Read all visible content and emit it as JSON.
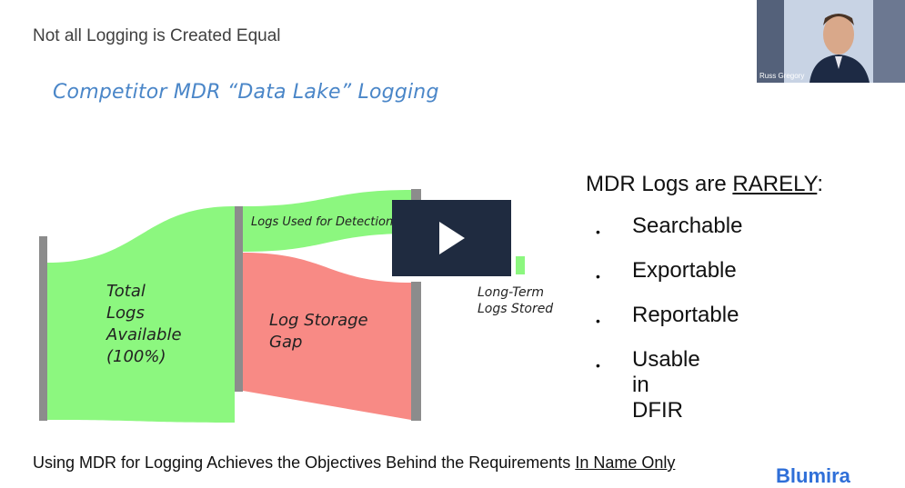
{
  "slide": {
    "header": "Not all Logging is Created Equal",
    "subtitle": "Competitor MDR “Data Lake” Logging",
    "footer_prefix": "Using MDR for Logging Achieves the Objectives Behind the Requirements ",
    "footer_emphasis": "In Name Only"
  },
  "sankey": {
    "nodes": {
      "total": "Total\nLogs\nAvailable\n(100%)",
      "gap": "Log Storage\nGap",
      "used": "Logs Used for Detections",
      "long_term": "Long-Term\nLogs Stored"
    },
    "colors": {
      "total": "#8cf77f",
      "gap": "#f88a85",
      "bar": "#8c8c8c"
    }
  },
  "rarely": {
    "heading_prefix": "MDR Logs are ",
    "heading_emphasis": "RARELY",
    "heading_suffix": ":",
    "bullet_glyph": "•",
    "items": [
      "Searchable",
      "Exportable",
      "Reportable",
      "Usable in DFIR"
    ]
  },
  "video": {
    "play_icon": "play-icon"
  },
  "webcam": {
    "name": "Russ Gregory"
  },
  "brand": {
    "logo_text": "Blumira",
    "color": "#2f6fd8"
  }
}
